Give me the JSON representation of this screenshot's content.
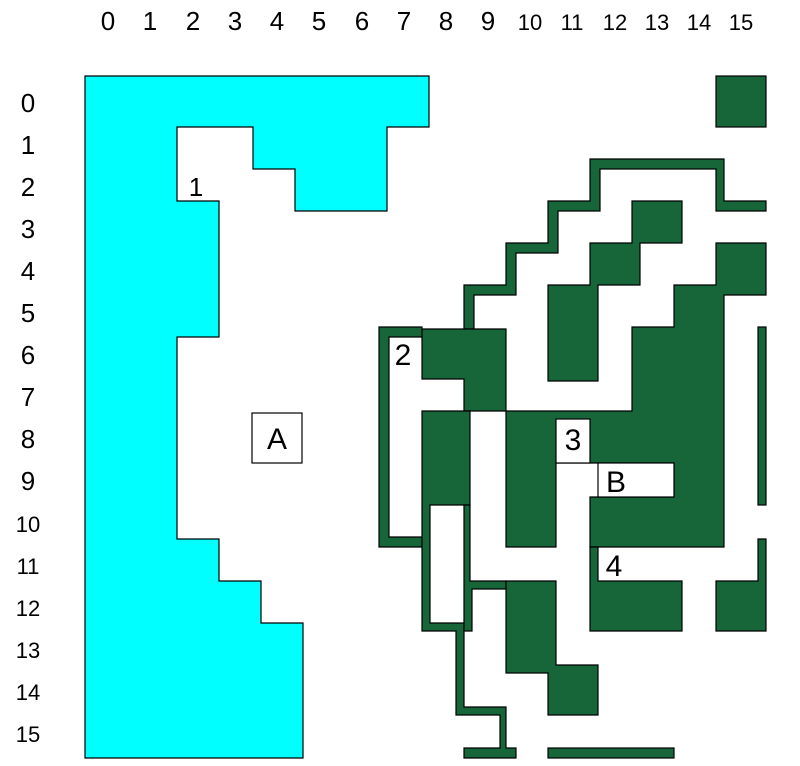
{
  "grid": {
    "columns": [
      "0",
      "1",
      "2",
      "3",
      "4",
      "5",
      "6",
      "7",
      "8",
      "9",
      "10",
      "11",
      "12",
      "13",
      "14",
      "15"
    ],
    "rows": [
      "0",
      "1",
      "2",
      "3",
      "4",
      "5",
      "6",
      "7",
      "8",
      "9",
      "10",
      "11",
      "12",
      "13",
      "14",
      "15"
    ]
  },
  "colors": {
    "water": "#00ffff",
    "forest": "#17663a",
    "outline": "#000000",
    "background": "#ffffff"
  },
  "markers": {
    "m1": "1",
    "m2": "2",
    "m3": "3",
    "m4": "4",
    "a": "A",
    "b": "B"
  }
}
